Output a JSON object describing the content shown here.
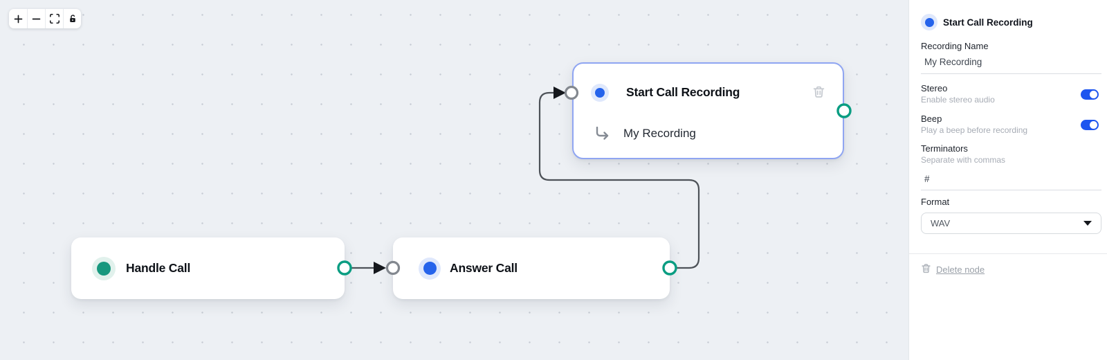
{
  "toolbar": {
    "buttons": [
      {
        "icon": "plus",
        "name": "zoom-in"
      },
      {
        "icon": "minus",
        "name": "zoom-out"
      },
      {
        "icon": "fit-view",
        "name": "fit-view"
      },
      {
        "icon": "unlock",
        "name": "toggle-interactivity"
      }
    ]
  },
  "nodes": [
    {
      "title": "Handle Call",
      "accent": "teal"
    },
    {
      "title": "Answer Call",
      "accent": "blue"
    },
    {
      "title": "Start Call Recording",
      "subtitle": "My Recording",
      "accent": "blue",
      "selected": true
    }
  ],
  "panel": {
    "title": "Start Call Recording",
    "recording_name": {
      "label": "Recording Name",
      "value": "My Recording"
    },
    "stereo": {
      "label": "Stereo",
      "hint": "Enable stereo audio",
      "enabled": true
    },
    "beep": {
      "label": "Beep",
      "hint": "Play a beep before recording",
      "enabled": true
    },
    "terminators": {
      "label": "Terminators",
      "hint": "Separate with commas",
      "value": "#"
    },
    "format": {
      "label": "Format",
      "value": "WAV"
    },
    "delete_label": "Delete node"
  },
  "colors": {
    "canvas_bg": "#edf0f4",
    "accent_blue": "#2563eb",
    "accent_teal": "#17987e",
    "toggle_on": "#1d55ef",
    "selected_node_border": "#8fa5f2",
    "port_output": "#0a9d82",
    "port_input": "#83888f",
    "edge": "#4d5258"
  }
}
